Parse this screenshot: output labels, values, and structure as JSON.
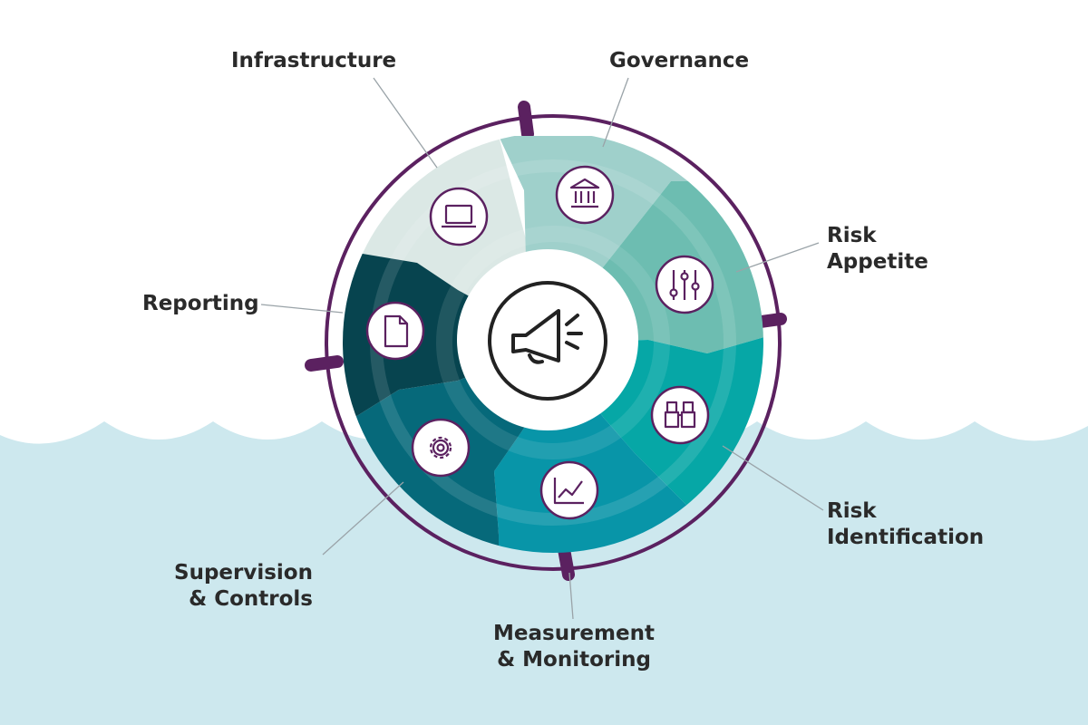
{
  "colors": {
    "background": "#ffffff",
    "water": "#cde8ee",
    "ring": "#5b2160",
    "icon_outline": "#5b2160",
    "leader_line": "#9aa3a8",
    "text": "#2a2a2a",
    "center_icon": "#222222"
  },
  "center": {
    "icon": "megaphone-icon"
  },
  "segments": [
    {
      "id": "infrastructure",
      "color": "#dbe8e5",
      "icon": "laptop-icon",
      "label_lines": [
        "Infrastructure"
      ]
    },
    {
      "id": "governance",
      "color": "#9fd0cb",
      "icon": "bank-building-icon",
      "label_lines": [
        "Governance"
      ]
    },
    {
      "id": "risk-appetite",
      "color": "#6dbdb1",
      "icon": "sliders-icon",
      "label_lines": [
        "Risk",
        "Appetite"
      ]
    },
    {
      "id": "risk-identification",
      "color": "#06a7a6",
      "icon": "binoculars-icon",
      "label_lines": [
        "Risk",
        "Identification"
      ]
    },
    {
      "id": "measurement-monitoring",
      "color": "#0895a8",
      "icon": "line-chart-icon",
      "label_lines": [
        "Measurement",
        "& Monitoring"
      ]
    },
    {
      "id": "supervision-controls",
      "color": "#06697a",
      "icon": "gear-icon",
      "label_lines": [
        "Supervision",
        "& Controls"
      ]
    },
    {
      "id": "reporting",
      "color": "#07444f",
      "icon": "document-icon",
      "label_lines": [
        "Reporting"
      ]
    }
  ]
}
